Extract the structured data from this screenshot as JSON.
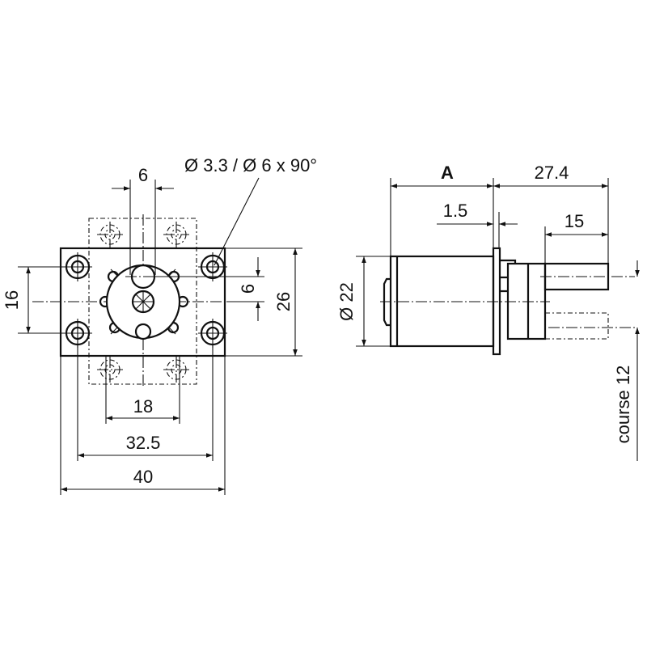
{
  "drawing": {
    "front_view": {
      "hole_callout": "Ø 3.3 / Ø 6 x 90°",
      "dim_shaft_offset_h": "6",
      "dim_shaft_offset_v": "6",
      "dim_hole_spacing_v": "16",
      "dim_plate_height": "26",
      "dim_alt_hole_spacing": "18",
      "dim_hole_spacing_h": "32.5",
      "dim_plate_width": "40"
    },
    "side_view": {
      "dim_motor_length": "A",
      "dim_output_length": "27.4",
      "dim_flange_thickness": "1.5",
      "dim_shaft_length": "15",
      "dim_motor_diameter": "Ø 22",
      "dim_stroke": "course 12"
    }
  }
}
